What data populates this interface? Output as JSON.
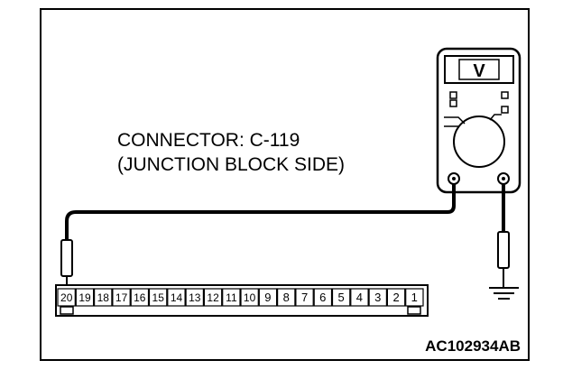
{
  "diagram": {
    "connector_label": "CONNECTOR: C-119",
    "connector_side": "(JUNCTION BLOCK SIDE)",
    "meter_symbol": "V",
    "figure_code": "AC102934AB",
    "pins": [
      "20",
      "19",
      "18",
      "17",
      "16",
      "15",
      "14",
      "13",
      "12",
      "11",
      "10",
      "9",
      "8",
      "7",
      "6",
      "5",
      "4",
      "3",
      "2",
      "1"
    ],
    "colors": {
      "line": "#000000",
      "background": "#ffffff"
    }
  }
}
